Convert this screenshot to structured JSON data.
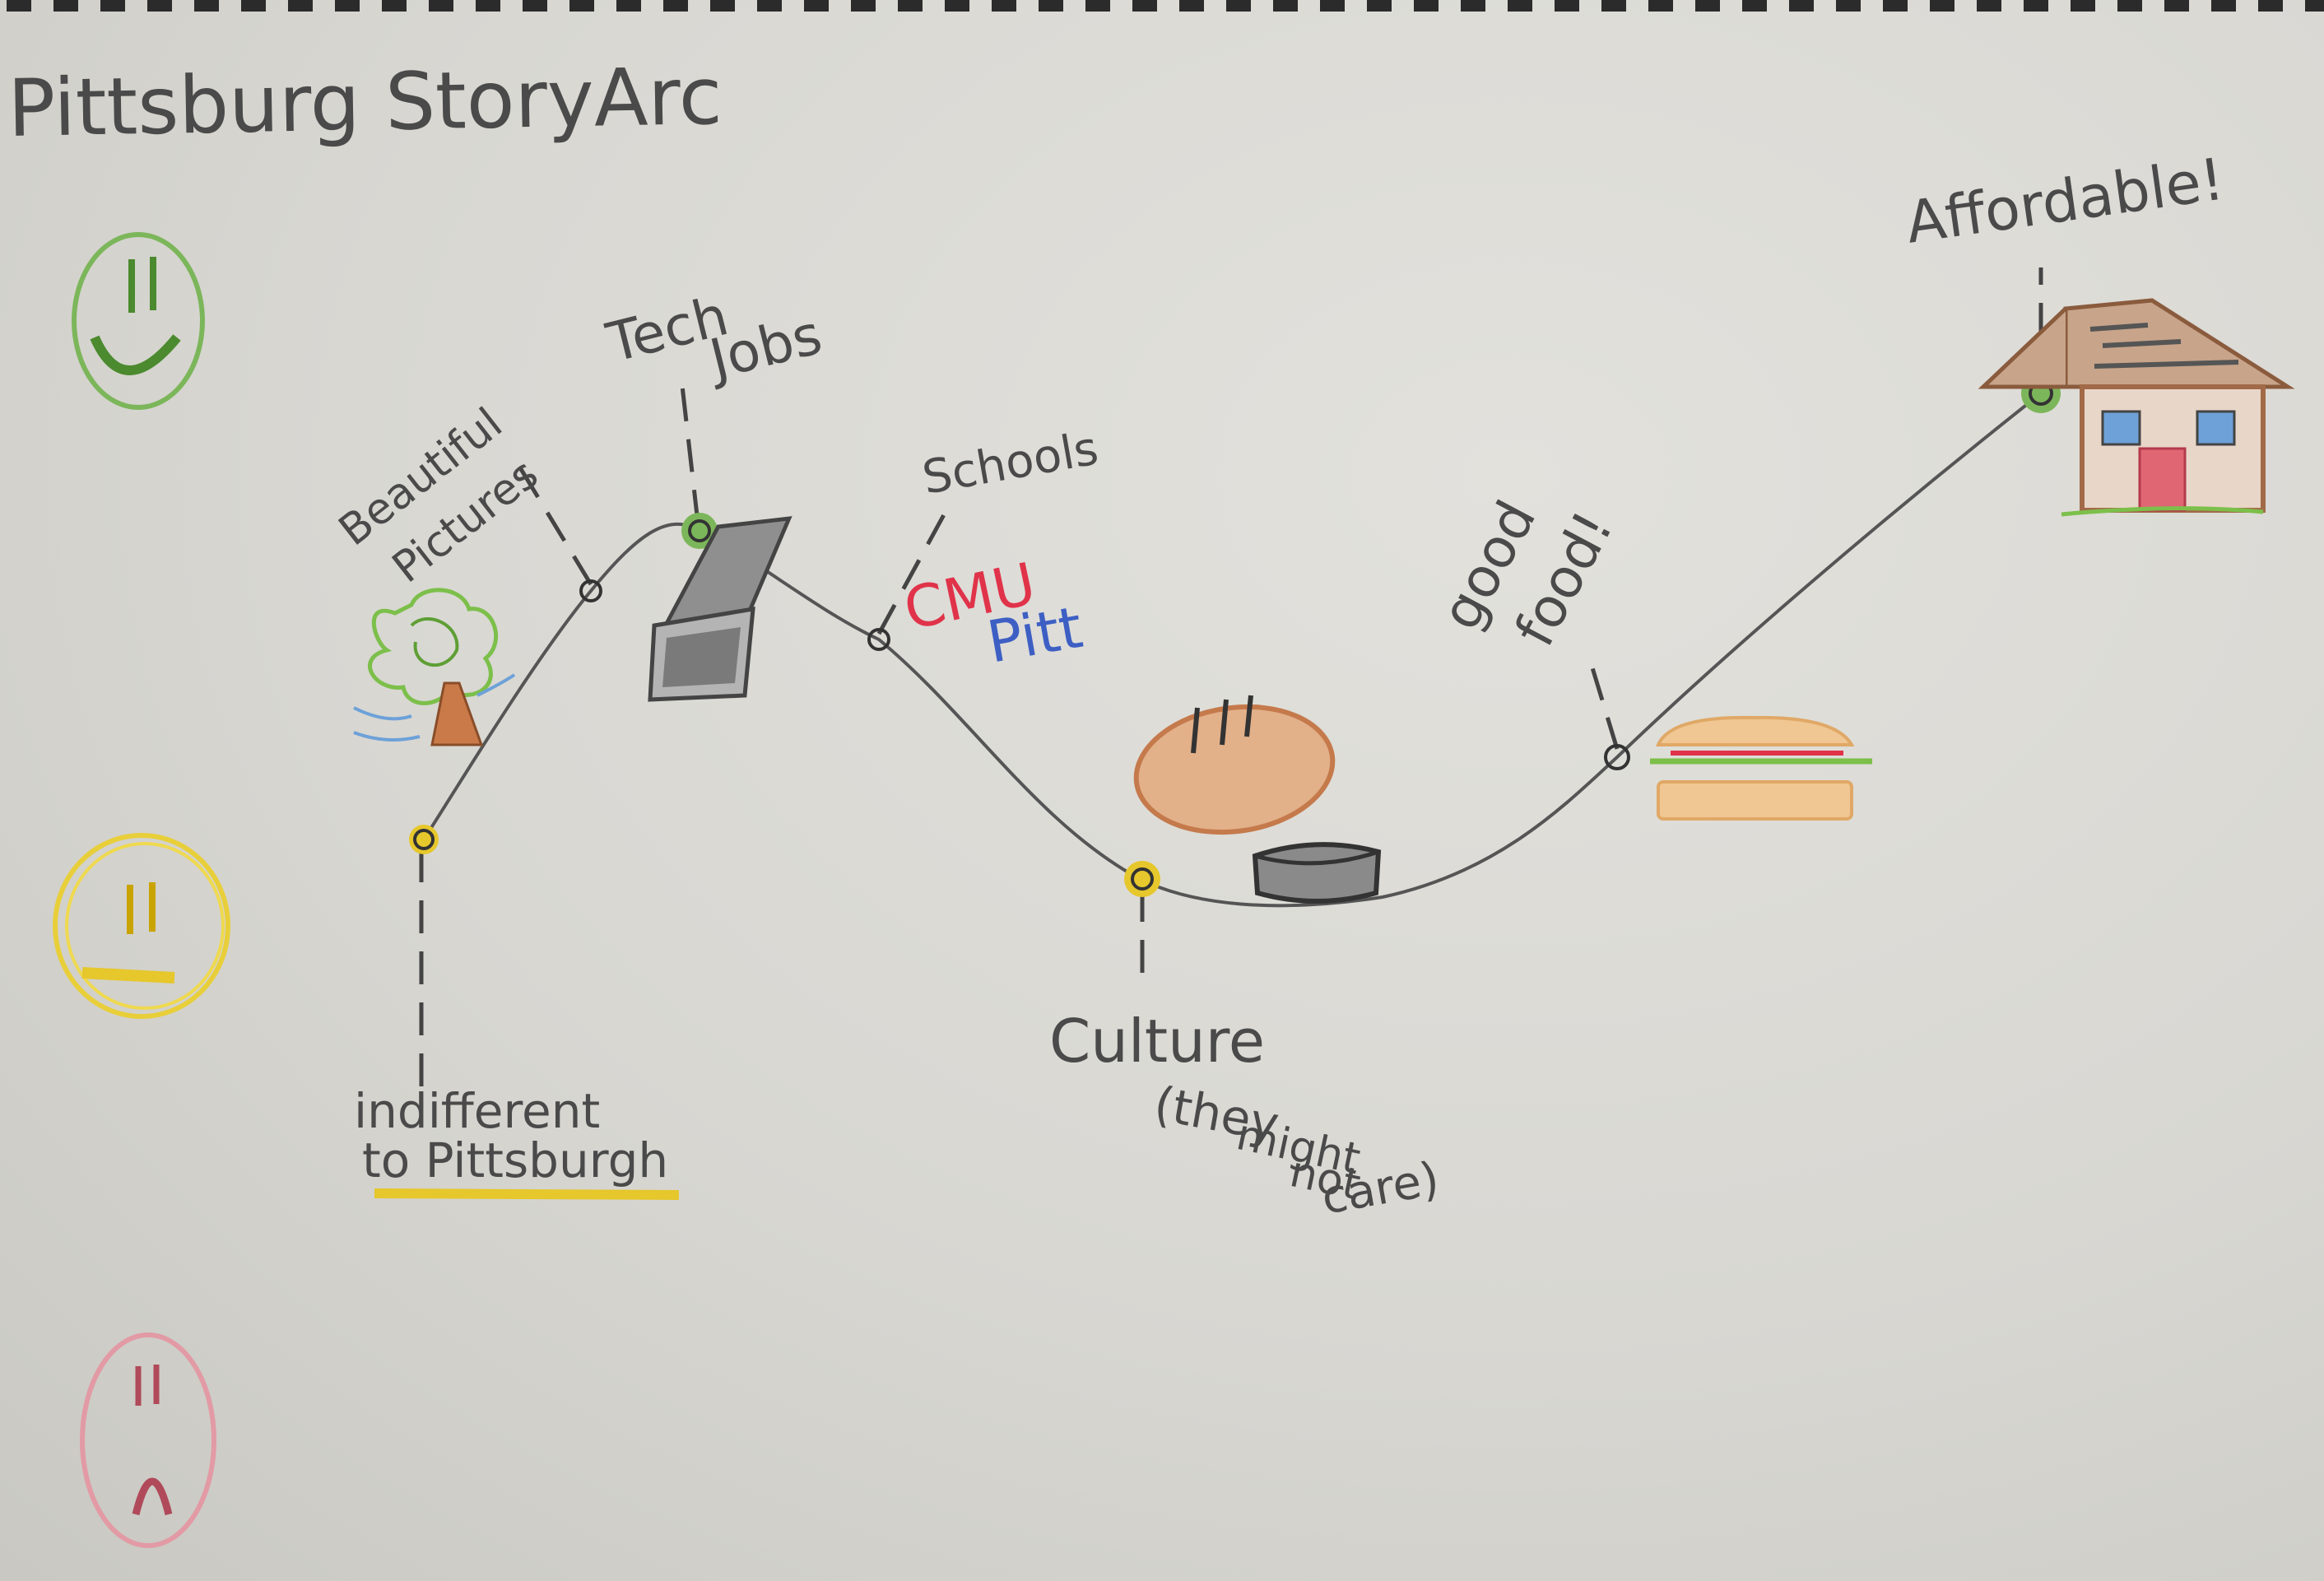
{
  "title": "Pittsburg StoryArc",
  "colors": {
    "pencil": "#4a4a4a",
    "happy": "#6aa84f",
    "neutral": "#e6c72c",
    "sad": "#d67c8a",
    "cmu": "#e0334a",
    "pitt": "#3d5fc4",
    "paper": "#dcdbd6"
  },
  "faces": [
    {
      "name": "happy-face-icon",
      "level": "happy"
    },
    {
      "name": "neutral-face-icon",
      "level": "neutral"
    },
    {
      "name": "sad-face-icon",
      "level": "sad"
    }
  ],
  "arc_points": [
    {
      "label": "indifferent to Pittsburgh",
      "line1": "indifferent",
      "line2": "to Pittsburgh",
      "color": "yellow"
    },
    {
      "label": "Beautiful Pictures",
      "line1": "Beautiful",
      "line2": "Pictures",
      "color": "pencil"
    },
    {
      "label": "Tech Jobs",
      "line1": "Tech",
      "line2": "Jobs",
      "color": "green"
    },
    {
      "label": "Schools",
      "line1": "Schools",
      "line2": "",
      "color": "pencil"
    },
    {
      "label": "Culture (they might not care)",
      "line1": "Culture",
      "line2": "(they",
      "line3": "might",
      "line4": "not",
      "line5": "care)",
      "color": "yellow"
    },
    {
      "label": "good food!",
      "line1": "good",
      "line2": "food!",
      "color": "pencil"
    },
    {
      "label": "Affordable!",
      "line1": "Affordable!",
      "line2": "",
      "color": "green"
    }
  ],
  "school_labels": {
    "cmu": "CMU",
    "pitt": "Pitt"
  },
  "drawings": [
    "tree-icon",
    "laptop-icon",
    "football-icon",
    "hockey-puck-icon",
    "sandwich-icon",
    "house-icon"
  ]
}
